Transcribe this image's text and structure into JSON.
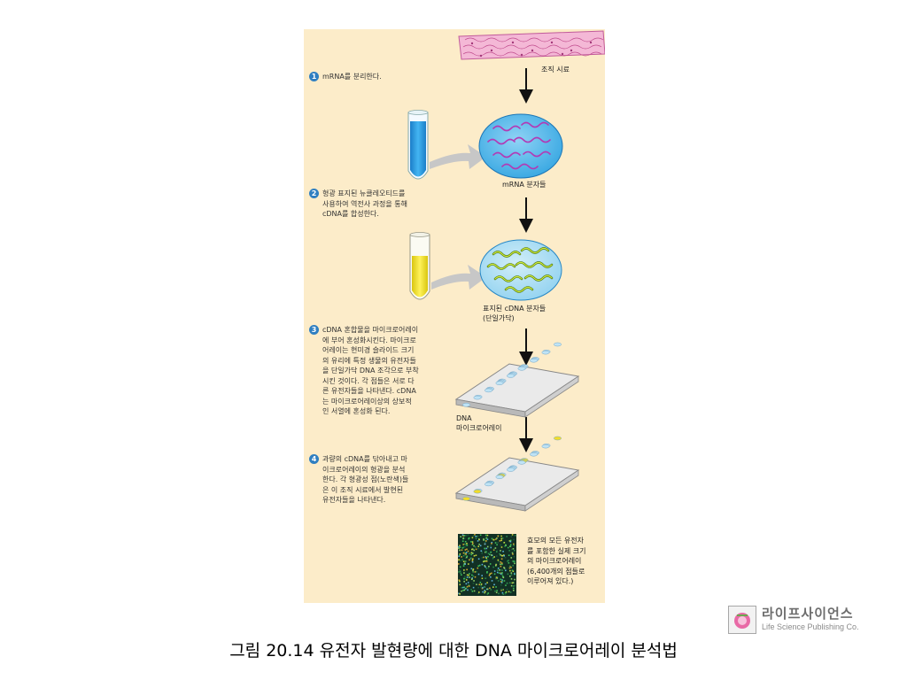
{
  "labels": {
    "tissue": "조직 시료",
    "mrna_molecules": "mRNA 분자들",
    "labeled_cdna": "표지된 cDNA 분자들\n(단일가닥)",
    "dna_microarray": "DNA\n마이크로어레이",
    "yeast_microarray": "효모의 모든 유전자\n를 포함한 실제 크기\n의 마이크로어레이\n(6,400개의 점들로\n이루어져 있다.)"
  },
  "steps": [
    {
      "num": "1",
      "text": "mRNA를 분리한다."
    },
    {
      "num": "2",
      "text": "형광 표지된 뉴클레오티드를\n사용하여 역전사 과정을 통해\ncDNA를 합성한다."
    },
    {
      "num": "3",
      "text": "cDNA 혼합물을 마이크로어레이\n에 부어 혼성화시킨다. 마이크로\n어레이는 현미경 슬라이드 크기\n의 유리에 특정 생물의 유전자들\n을 단일가닥 DNA 조각으로 부착\n시킨 것이다. 각 점들은 서로 다\n른 유전자들을 나타낸다. cDNA\n는 마이크로어레이상의 상보적\n인 서열에 혼성화 된다."
    },
    {
      "num": "4",
      "text": "과량의 cDNA를 닦아내고 마\n이크로어레이의 형광을 분석\n한다. 각 형광성 점(노란색)들\n은 이 조직 시료에서 발현된\n유전자들을 나타낸다."
    }
  ],
  "caption": "그림 20.14  유전자 발현량에 대한 DNA 마이크로어레이 분석법",
  "publisher": {
    "name": "라이프사이언스",
    "subtitle": "Life Science Publishing Co."
  },
  "colors": {
    "panel": "#fcecc9",
    "mrna_strand": "#b23ab5",
    "cdna_strand": "#6c9a1c",
    "blue_liquid": "#2a9ee8",
    "yellow_liquid": "#f3e21c",
    "spot_yellow": "#f3dd2a",
    "spot_blue": "#bfe3f5"
  }
}
